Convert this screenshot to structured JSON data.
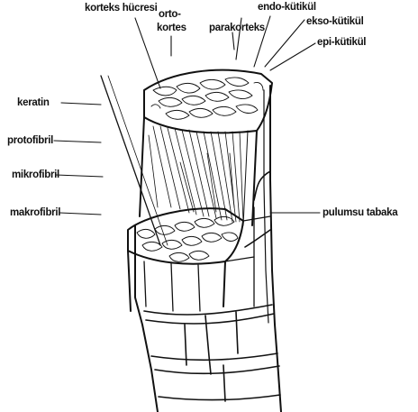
{
  "diagram": {
    "labels": {
      "korteks_hucresi": "korteks hücresi",
      "orto_line1": "orto-",
      "orto_line2": "kortes",
      "parakorteks": "parakorteks",
      "endo_kutikul": "endo-kütikül",
      "ekso_kutikul": "ekso-kütikül",
      "epi_kutikul": "epi-kütikül",
      "keratin": "keratin",
      "protofibril": "protofibril",
      "mikrofibril": "mikrofibril",
      "makrofibril": "makrofibril",
      "pulumsu_tabaka": "pulumsu tabaka"
    },
    "colors": {
      "ink": "#111111",
      "paper": "#ffffff"
    }
  }
}
